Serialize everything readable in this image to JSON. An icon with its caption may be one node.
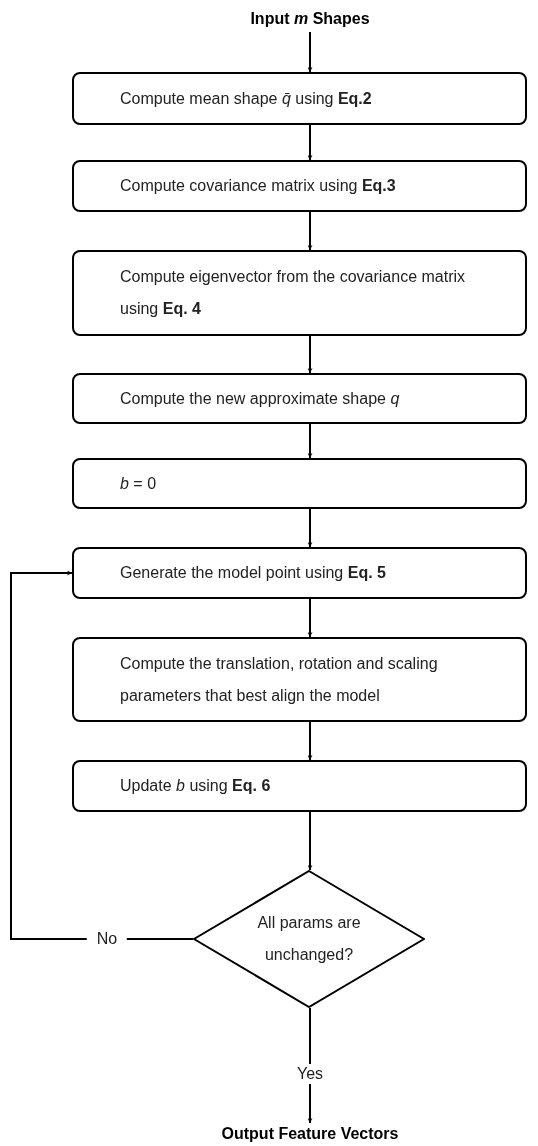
{
  "diagram": {
    "nodes": [
      {
        "text": [
          "Input *m* Shapes"
        ]
      },
      {
        "text": [
          "Compute mean shape *q̄* using **Eq.2**"
        ]
      },
      {
        "text": [
          "Compute covariance matrix using **Eq.3**"
        ]
      },
      {
        "text": [
          "Compute eigenvector from the covariance matrix using **Eq. 4**"
        ]
      },
      {
        "text": [
          "Compute the new approximate shape *q*"
        ]
      },
      {
        "text": [
          "*b* = 0"
        ]
      },
      {
        "text": [
          "Generate the model point using **Eq. 5**"
        ]
      },
      {
        "text": [
          "Compute the translation, rotation and scaling parameters that best align the model"
        ]
      },
      {
        "text": [
          "Update *b* using **Eq. 6**"
        ]
      },
      {
        "text": [
          "All params are unchanged?"
        ]
      },
      {
        "text": [
          "Output Feature Vectors"
        ]
      }
    ],
    "edges": [
      {
        "from": 0,
        "to": 1,
        "arrow": "to"
      },
      {
        "from": 1,
        "to": 2,
        "arrow": "to"
      },
      {
        "from": 2,
        "to": 3,
        "arrow": "to"
      },
      {
        "from": 3,
        "to": 4,
        "arrow": "to"
      },
      {
        "from": 4,
        "to": 5,
        "arrow": "to"
      },
      {
        "from": 5,
        "to": 6,
        "arrow": "to"
      },
      {
        "from": 6,
        "to": 7,
        "arrow": "to"
      },
      {
        "from": 7,
        "to": 8,
        "arrow": "to"
      },
      {
        "from": 8,
        "to": 9,
        "arrow": "to"
      },
      {
        "from": 9,
        "to": 10,
        "arrow": "to",
        "label": "Yes"
      },
      {
        "from": 9,
        "to": 6,
        "arrow": "to",
        "label": "No"
      }
    ]
  }
}
